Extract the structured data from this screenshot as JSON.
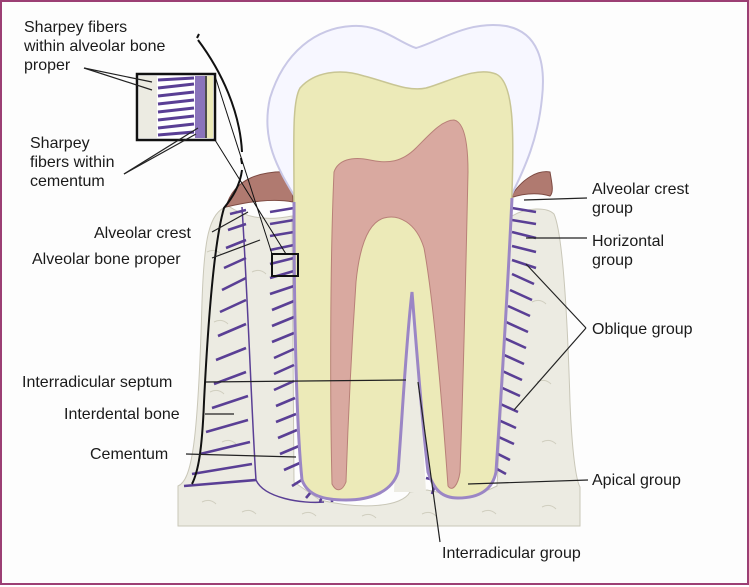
{
  "labels": {
    "sharpey_bone": [
      "Sharpey fibers",
      "within alveolar bone",
      "proper"
    ],
    "sharpey_cementum": [
      "Sharpey",
      "fibers within",
      "cementum"
    ],
    "alveolar_crest": "Alveolar crest",
    "alveolar_bone_proper": "Alveolar bone proper",
    "interradicular_septum": "Interradicular septum",
    "interdental_bone": "Interdental bone",
    "cementum": "Cementum",
    "alveolar_crest_group": [
      "Alveolar crest",
      "group"
    ],
    "horizontal_group": [
      "Horizontal",
      "group"
    ],
    "oblique_group": "Oblique group",
    "apical_group": "Apical group",
    "interradicular_group": "Interradicular group"
  },
  "colors": {
    "frame": "#9c3f74",
    "bone": "#ecebe2",
    "bone_stroke": "#c9c7b8",
    "fiber": "#5a3f95",
    "fiber_light": "#9b86c5",
    "enamel": "#c9c8e6",
    "dentin": "#eceab8",
    "pulp": "#d9a9a0",
    "gingiva": "#b07a70",
    "leader": "#222222"
  }
}
